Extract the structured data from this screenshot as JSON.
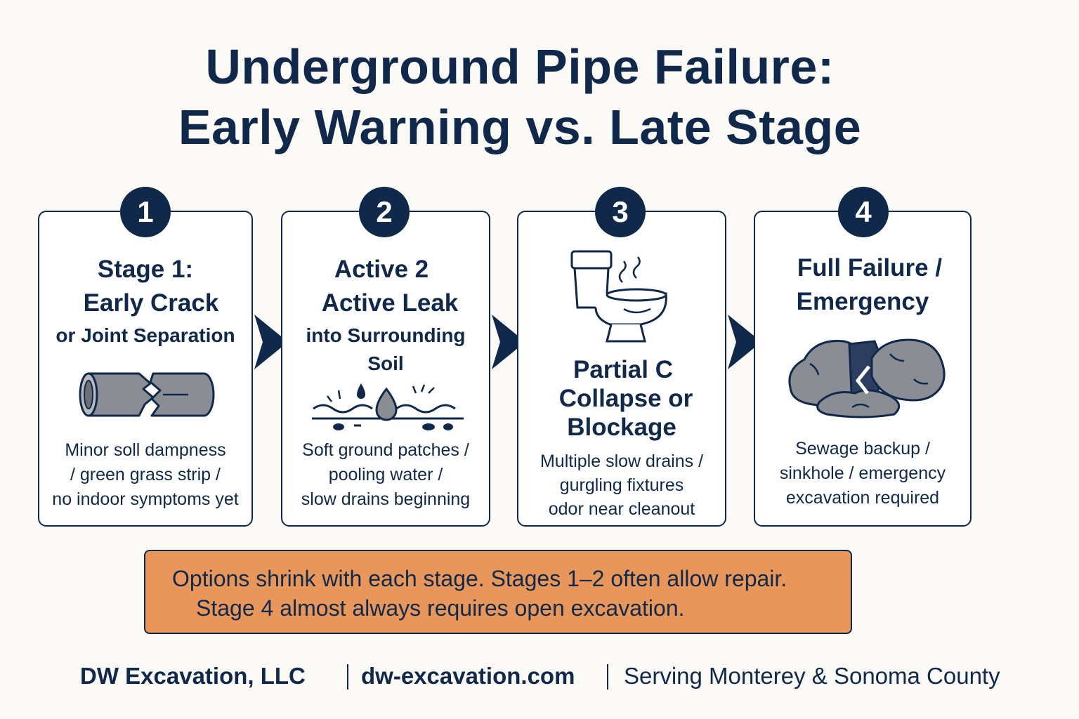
{
  "title": {
    "line1": "Underground Pipe Failure:",
    "line2": "Early Warning vs. Late Stage"
  },
  "stages": [
    {
      "number": "1",
      "heading": [
        "Stage 1:",
        "Early Crack",
        "or Joint Separation"
      ],
      "icon": "cracked-pipe-icon",
      "description": [
        "Minor soll dampness",
        "/ green grass strip /",
        "no indoor symptoms yet"
      ]
    },
    {
      "number": "2",
      "heading": [
        "Active 2",
        "Active Leak",
        "into Surrounding",
        "Soil"
      ],
      "icon": "water-drops-soil-icon",
      "description": [
        "Soft ground patches /",
        "pooling water /",
        "slow drains beginning"
      ]
    },
    {
      "number": "3",
      "heading": [
        "Partial C",
        "Collapse or",
        "Blockage"
      ],
      "icon": "toilet-odor-icon",
      "description": [
        "Multiple slow drains  /",
        "gurgling fixtures",
        "odor near cleanout"
      ]
    },
    {
      "number": "4",
      "heading": [
        "Full Failure /",
        "Emergency"
      ],
      "icon": "collapsed-rocks-icon",
      "description": [
        "Sewage backup /",
        "sinkhole / emergency",
        "excavation required"
      ]
    }
  ],
  "callout": {
    "line1": "Options shrink with each stage. Stages 1–2 often allow repair.",
    "line2": "Stage 4 almost always requires open excavation."
  },
  "footer": {
    "company": "DW Excavation, LLC",
    "website": "dw-excavation.com",
    "service_area": "Serving Monterey & Sonoma County"
  },
  "colors": {
    "navy": "#10294a",
    "callout_orange": "#e8965a",
    "icon_gray": "#8b8d94",
    "background": "#fbfaf7"
  }
}
